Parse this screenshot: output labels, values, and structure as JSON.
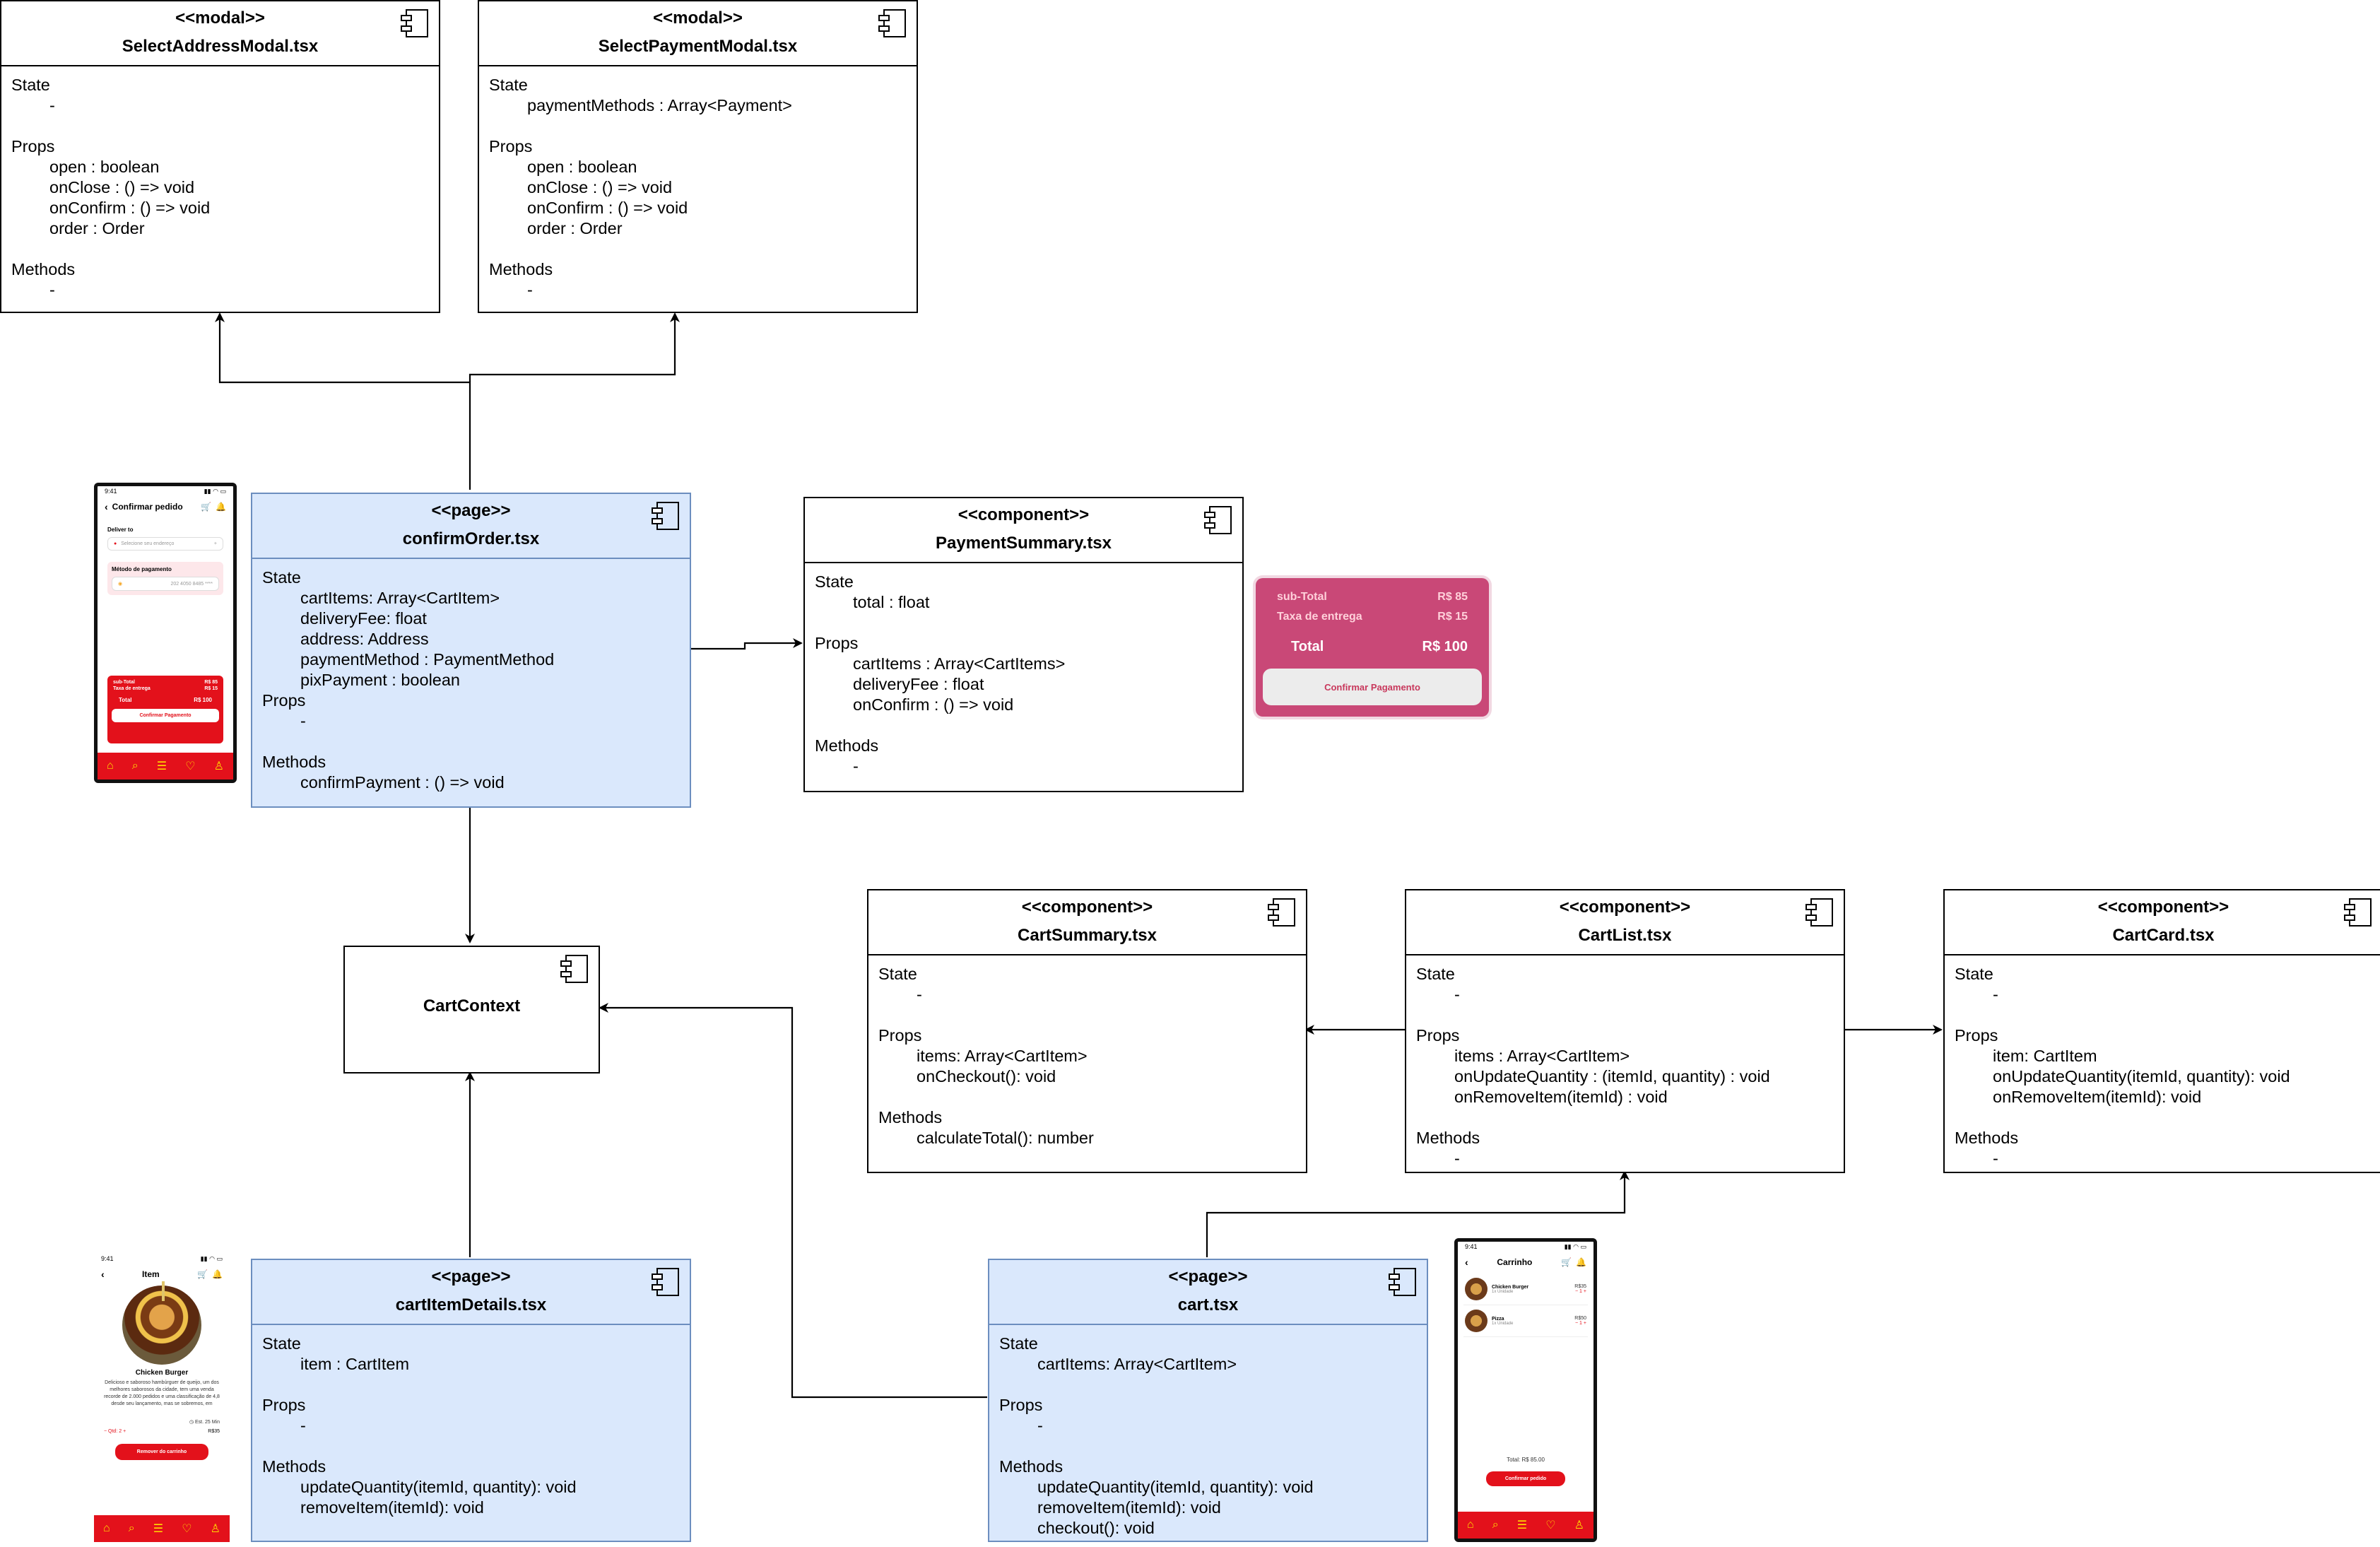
{
  "boxes": {
    "selectAddressModal": {
      "stereotype": "<<modal>>",
      "name": "SelectAddressModal.tsx",
      "lines": [
        "State",
        "-",
        "",
        "Props",
        "open : boolean",
        "onClose : () => void",
        "onConfirm : () => void",
        "order : Order",
        "",
        "Methods",
        "-"
      ]
    },
    "selectPaymentModal": {
      "stereotype": "<<modal>>",
      "name": "SelectPaymentModal.tsx",
      "lines": [
        "State",
        "paymentMethods : Array<Payment>",
        "",
        "Props",
        "open : boolean",
        "onClose : () => void",
        "onConfirm : () => void",
        "order : Order",
        "",
        "Methods",
        "-"
      ]
    },
    "confirmOrder": {
      "stereotype": "<<page>>",
      "name": "confirmOrder.tsx",
      "lines": [
        "State",
        "cartItems: Array<CartItem>",
        "deliveryFee: float",
        "address: Address",
        "paymentMethod : PaymentMethod",
        "pixPayment : boolean",
        "Props",
        "-",
        "",
        "Methods",
        "confirmPayment : () => void"
      ]
    },
    "paymentSummary": {
      "stereotype": "<<component>>",
      "name": "PaymentSummary.tsx",
      "lines": [
        "State",
        "total : float",
        "",
        "Props",
        "cartItems : Array<CartItems>",
        "deliveryFee : float",
        "onConfirm : () => void",
        "",
        "Methods",
        "-"
      ]
    },
    "cartSummary": {
      "stereotype": "<<component>>",
      "name": "CartSummary.tsx",
      "lines": [
        "State",
        "-",
        "",
        "Props",
        "items: Array<CartItem>",
        "onCheckout(): void",
        "",
        "Methods",
        "calculateTotal(): number"
      ]
    },
    "cartList": {
      "stereotype": "<<component>>",
      "name": "CartList.tsx",
      "lines": [
        "State",
        "-",
        "",
        "Props",
        "items : Array<CartItem>",
        "onUpdateQuantity : (itemId, quantity) : void",
        "onRemoveItem(itemId) : void",
        "",
        "Methods",
        "-"
      ]
    },
    "cartCard": {
      "stereotype": "<<component>>",
      "name": "CartCard.tsx",
      "lines": [
        "State",
        "-",
        "",
        "Props",
        "item: CartItem",
        "onUpdateQuantity(itemId, quantity): void",
        "onRemoveItem(itemId): void",
        "",
        "Methods",
        "-"
      ]
    },
    "cartItemDetails": {
      "stereotype": "<<page>>",
      "name": "cartItemDetails.tsx",
      "lines": [
        "State",
        "item : CartItem",
        "",
        "Props",
        "-",
        "",
        "Methods",
        "updateQuantity(itemId, quantity): void",
        "removeItem(itemId): void"
      ]
    },
    "cart": {
      "stereotype": "<<page>>",
      "name": "cart.tsx",
      "lines": [
        "State",
        "cartItems: Array<CartItem>",
        "",
        "Props",
        "-",
        "",
        "Methods",
        "updateQuantity(itemId, quantity): void",
        "removeItem(itemId): void",
        "checkout(): void"
      ]
    }
  },
  "cartContext": {
    "name": "CartContext"
  },
  "phones": {
    "confirm": {
      "time": "9:41",
      "title": "Confirmar pedido",
      "deliver_label": "Deliver to",
      "address_placeholder": "Selecione seu endereço",
      "payment_label": "Método de pagamento",
      "card_number": "202 4050 8485 ****",
      "subtotal_label": "sub-Total",
      "subtotal_value": "R$ 85",
      "fee_label": "Taxa de entrega",
      "fee_value": "R$ 15",
      "total_label": "Total",
      "total_value": "R$ 100",
      "button": "Confirmar Pagamento"
    },
    "item": {
      "time": "9:41",
      "title": "Item",
      "product_name": "Chicken Burger",
      "description": "Delicioso e saboroso hambúrguer de queijo, um dos melhores saborosos da cidade, tem uma venda recorde de 2.000 pedidos e uma classificação de 4,8 desde seu lançamento, mas se sobremos, em",
      "time_label": "Est. 25 Min",
      "qty_label": "Qtd: 2",
      "price": "R$35",
      "button": "Remover do carrinho"
    },
    "cart": {
      "time": "9:41",
      "title": "Carrinho",
      "items": [
        {
          "name": "Chicken Burger",
          "sub": "1x Unidade",
          "price": "R$35",
          "qty": "1"
        },
        {
          "name": "Pizza",
          "sub": "1x Unidade",
          "price": "R$50",
          "qty": "1"
        }
      ],
      "total": "Total: R$ 85.00",
      "button": "Confirmar pedido"
    }
  },
  "payment_card": {
    "subtotal_label": "sub-Total",
    "subtotal_value": "R$ 85",
    "fee_label": "Taxa de entrega",
    "fee_value": "R$ 15",
    "total_label": "Total",
    "total_value": "R$ 100",
    "button": "Confirmar Pagamento"
  },
  "colors": {
    "page_fill": "#dae8fc",
    "page_stroke": "#6c8ebf",
    "brand_red": "#e3111b",
    "nav_icon": "#ffdd00",
    "payment_card": "#c94877"
  },
  "nav_icons": [
    "home-icon",
    "search-icon",
    "menu-icon",
    "heart-icon",
    "user-icon"
  ]
}
